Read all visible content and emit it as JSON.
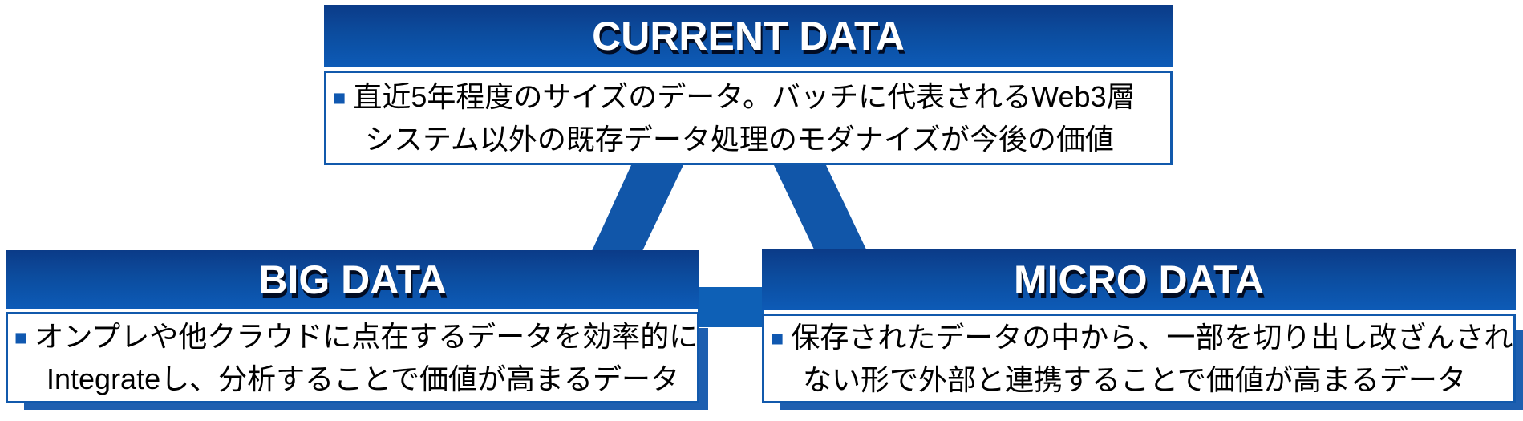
{
  "bullet_glyph": "■",
  "colors": {
    "background": "#ffffff",
    "header_gradient_top": "#0b3b88",
    "header_gradient_bottom": "#0d5bb7",
    "box_border": "#1159ac",
    "connector": "#1156a9",
    "connector_bar": "#0e60b6",
    "bullet": "#1058b0",
    "title_text": "#ffffff",
    "body_text": "#000000",
    "shadow": "#1e5fb0"
  },
  "boxes": {
    "current": {
      "title": "CURRENT DATA",
      "lines": [
        "直近5年程度のサイズのデータ。バッチに代表されるWeb3層",
        "システム以外の既存データ処理のモダナイズが今後の価値"
      ]
    },
    "big": {
      "title": "BIG DATA",
      "lines": [
        "オンプレや他クラウドに点在するデータを効率的に",
        "Integrateし、分析することで価値が高まるデータ"
      ]
    },
    "micro": {
      "title": "MICRO DATA",
      "lines": [
        "保存されたデータの中から、一部を切り出し改ざんされ",
        "ない形で外部と連携することで価値が高まるデータ"
      ]
    }
  }
}
